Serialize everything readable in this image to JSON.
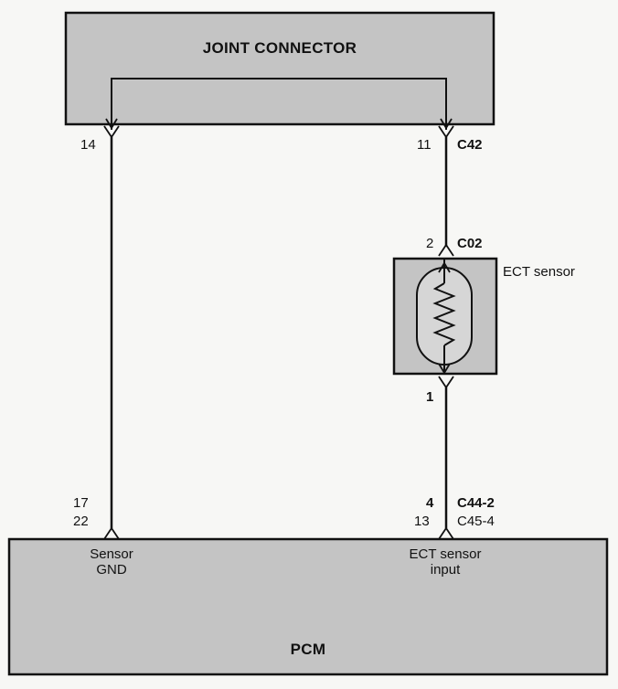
{
  "joint_connector": {
    "title": "JOINT CONNECTOR",
    "pin_left": "14",
    "pin_right": "11",
    "connector_right": "C42"
  },
  "ect_sensor": {
    "label": "ECT sensor",
    "pin_top": "2",
    "connector_top": "C02",
    "pin_bottom": "1"
  },
  "pcm": {
    "title": "PCM",
    "left_pin_a": "17",
    "left_pin_b": "22",
    "left_terminal": "Sensor\nGND",
    "right_pin_a": "4",
    "right_connector_a": "C44-2",
    "right_pin_b": "13",
    "right_connector_b": "C45-4",
    "right_terminal": "ECT sensor\ninput"
  },
  "colors": {
    "box_fill": "#c4c4c4",
    "line": "#111111",
    "background": "#f7f7f5"
  }
}
